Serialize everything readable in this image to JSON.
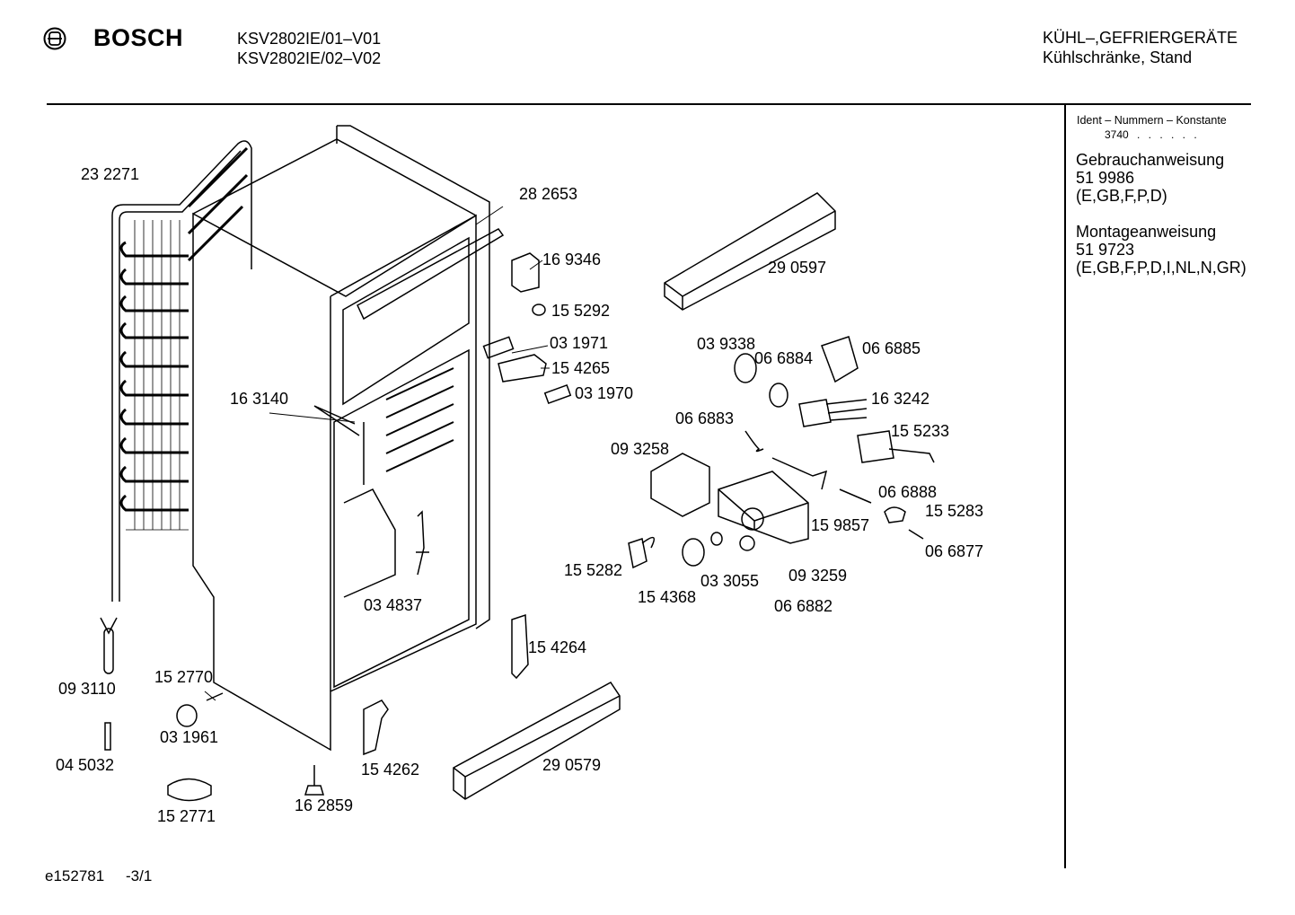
{
  "header": {
    "brand": "BOSCH",
    "models": [
      "KSV2802IE/01–V01",
      "KSV2802IE/02–V02"
    ],
    "category": "KÜHL–,GEFRIERGERÄTE",
    "subcategory": "Kühlschränke, Stand"
  },
  "sidebar": {
    "ident_title": "Ident – Nummern – Konstante",
    "ident_value": "3740",
    "ident_dots": ". . . . . .",
    "blocks": [
      {
        "title": "Gebrauchanweisung",
        "number": "51 9986",
        "langs": "(E,GB,F,P,D)"
      },
      {
        "title": "Montageanweisung",
        "number": "51 9723",
        "langs": "(E,GB,F,P,D,I,NL,N,GR)"
      }
    ]
  },
  "parts": [
    "23 2271",
    "28 2653",
    "16 9346",
    "15 5292",
    "29 0597",
    "03 1971",
    "15 4265",
    "03 1970",
    "16 3140",
    "03 9338",
    "06 6884",
    "06 6885",
    "16 3242",
    "06 6883",
    "15 5233",
    "09 3258",
    "06 6888",
    "15 9857",
    "15 5283",
    "06 6877",
    "15 5282",
    "03 3055",
    "09 3259",
    "15 4368",
    "06 6882",
    "03 4837",
    "15 4264",
    "09 3110",
    "15 2770",
    "03 1961",
    "04 5032",
    "15 4262",
    "29 0579",
    "16 2859",
    "15 2771"
  ],
  "footer": {
    "code": "e152781",
    "page": "-3/1"
  }
}
